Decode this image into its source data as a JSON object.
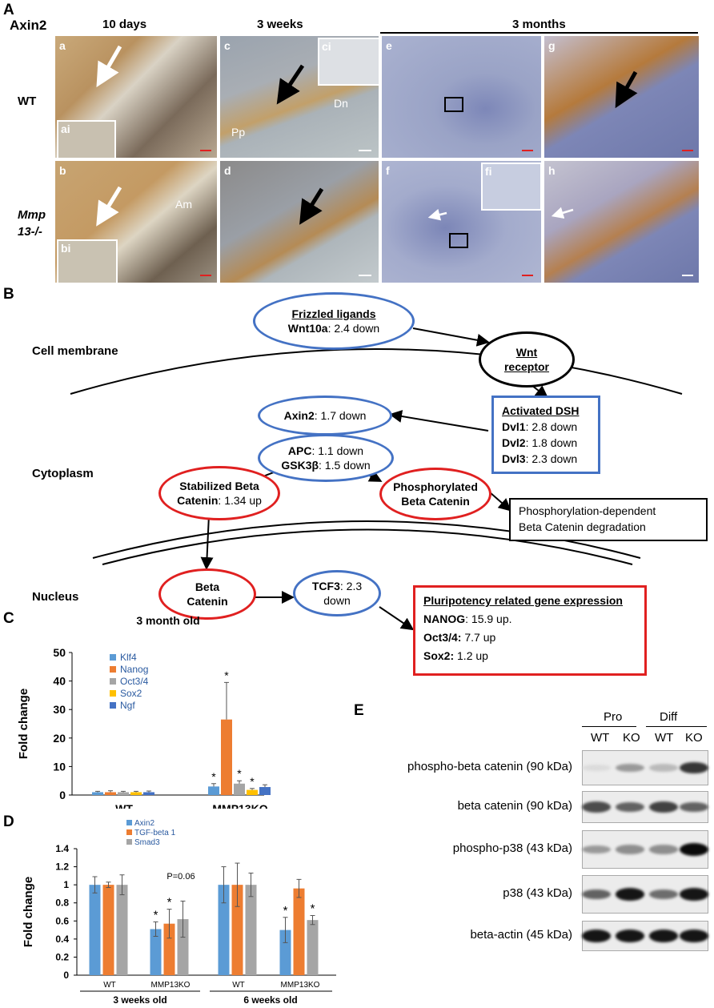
{
  "panel_a": {
    "letter": "A",
    "title": "Axin2",
    "ages": [
      "10 days",
      "3 weeks",
      "3 months"
    ],
    "rows": [
      "WT",
      "Mmp 13-/-"
    ],
    "tiles": [
      "a",
      "ai",
      "b",
      "bi",
      "c",
      "ci",
      "d",
      "e",
      "f",
      "fi",
      "g",
      "h"
    ],
    "annotations": [
      "Dn",
      "Pp",
      "Am"
    ],
    "colors": {
      "stain_brown": "#b07a3c",
      "tissue_blue": "#8c98c4",
      "dentin": "#d8d0b8"
    }
  },
  "panel_b": {
    "letter": "B",
    "compartments": [
      "Cell membrane",
      "Cytoplasm",
      "Nucleus"
    ],
    "frizzled": {
      "title": "Frizzled ligands",
      "gene": "Wnt10a",
      "value": ": 2.4 down"
    },
    "receptor": {
      "line1": "Wnt",
      "line2": "receptor"
    },
    "dsh": {
      "title": "Activated DSH",
      "items": [
        {
          "gene": "Dvl1",
          "value": ": 2.8 down"
        },
        {
          "gene": "Dvl2",
          "value": ": 1.8 down"
        },
        {
          "gene": "Dvl3",
          "value": ": 2.3 down"
        }
      ]
    },
    "axin2": {
      "gene": "Axin2",
      "value": ": 1.7 down"
    },
    "apc": {
      "gene1": "APC",
      "value1": ": 1.1 down",
      "gene2": "GSK3β",
      "value2": ": 1.5 down"
    },
    "stabilized": {
      "line1": "Stabilized Beta",
      "gene": "Catenin",
      "value": ": 1.34 up"
    },
    "phospho": {
      "line1": "Phosphorylated",
      "line2": "Beta Catenin"
    },
    "degradation": {
      "line1": "Phosphorylation-dependent",
      "line2": "Beta Catenin degradation"
    },
    "beta": {
      "line1": "Beta",
      "line2": "Catenin"
    },
    "tcf3": {
      "gene": "TCF3",
      "value": ": 2.3",
      "line2": "down"
    },
    "pluri": {
      "title": "Pluripotency related gene expression",
      "items": [
        {
          "gene": "NANOG",
          "value": ": 15.9 up."
        },
        {
          "gene": "Oct3/4:",
          "value": " 7.7 up"
        },
        {
          "gene": "Sox2:",
          "value": " 1.2 up"
        }
      ]
    }
  },
  "chart_data": [
    {
      "type": "bar",
      "panel": "C",
      "title": "3 month old",
      "ylabel": "Fold change",
      "ylim": [
        0,
        50
      ],
      "yticks": [
        0,
        10,
        20,
        30,
        40,
        50
      ],
      "categories": [
        "WT",
        "MMP13KO"
      ],
      "series": [
        {
          "name": "Klf4",
          "color": "#5b9bd5",
          "values": [
            1,
            3
          ],
          "err": [
            0.3,
            1
          ],
          "sig": [
            false,
            true
          ]
        },
        {
          "name": "Nanog",
          "color": "#ed7d31",
          "values": [
            1,
            26.5
          ],
          "err": [
            0.5,
            13
          ],
          "sig": [
            false,
            true
          ]
        },
        {
          "name": "Oct3/4",
          "color": "#a5a5a5",
          "values": [
            1,
            4
          ],
          "err": [
            0.3,
            1
          ],
          "sig": [
            false,
            true
          ]
        },
        {
          "name": "Sox2",
          "color": "#ffc000",
          "values": [
            1,
            1.8
          ],
          "err": [
            0.3,
            0.5
          ],
          "sig": [
            false,
            true
          ]
        },
        {
          "name": "Ngf",
          "color": "#4472c4",
          "values": [
            1,
            2.8
          ],
          "err": [
            0.4,
            0.8
          ],
          "sig": [
            false,
            false
          ]
        }
      ],
      "legend": "top-left",
      "grid": false
    },
    {
      "type": "bar",
      "panel": "D",
      "ylabel": "Fold change",
      "ylim": [
        0,
        1.4
      ],
      "yticks": [
        0,
        0.2,
        0.4,
        0.6,
        0.8,
        1,
        1.2,
        1.4
      ],
      "categories": [
        "WT",
        "MMP13KO",
        "WT",
        "MMP13KO"
      ],
      "groups": [
        "3 weeks old",
        "6 weeks old"
      ],
      "series": [
        {
          "name": "Axin2",
          "color": "#5b9bd5",
          "values": [
            1,
            0.51,
            1,
            0.5
          ],
          "err": [
            0.09,
            0.08,
            0.2,
            0.14
          ],
          "sig": [
            false,
            true,
            false,
            true
          ]
        },
        {
          "name": "TGF-beta 1",
          "color": "#ed7d31",
          "values": [
            1,
            0.57,
            1,
            0.96
          ],
          "err": [
            0.03,
            0.16,
            0.24,
            0.1
          ],
          "sig": [
            false,
            true,
            false,
            false
          ]
        },
        {
          "name": "Smad3",
          "color": "#a5a5a5",
          "values": [
            1,
            0.62,
            1,
            0.61
          ],
          "err": [
            0.11,
            0.2,
            0.13,
            0.05
          ],
          "sig": [
            false,
            false,
            false,
            true
          ]
        }
      ],
      "annotation": "P=0.06",
      "legend": "top-left",
      "grid": false
    }
  ],
  "panel_e": {
    "letter": "E",
    "groups": [
      "Pro",
      "Diff"
    ],
    "lanes": [
      "WT",
      "KO",
      "WT",
      "KO"
    ],
    "blots": [
      {
        "label": "phospho-beta catenin (90 kDa)",
        "intensity": [
          0.05,
          0.35,
          0.2,
          0.8
        ]
      },
      {
        "label": "beta catenin (90 kDa)",
        "intensity": [
          0.7,
          0.6,
          0.75,
          0.6
        ]
      },
      {
        "label": "phospho-p38 (43 kDa)",
        "intensity": [
          0.35,
          0.4,
          0.4,
          1.0
        ]
      },
      {
        "label": "p38 (43 kDa)",
        "intensity": [
          0.6,
          0.95,
          0.55,
          0.95
        ]
      },
      {
        "label": "beta-actin (45 kDa)",
        "intensity": [
          0.95,
          0.95,
          0.95,
          0.95
        ]
      }
    ]
  }
}
